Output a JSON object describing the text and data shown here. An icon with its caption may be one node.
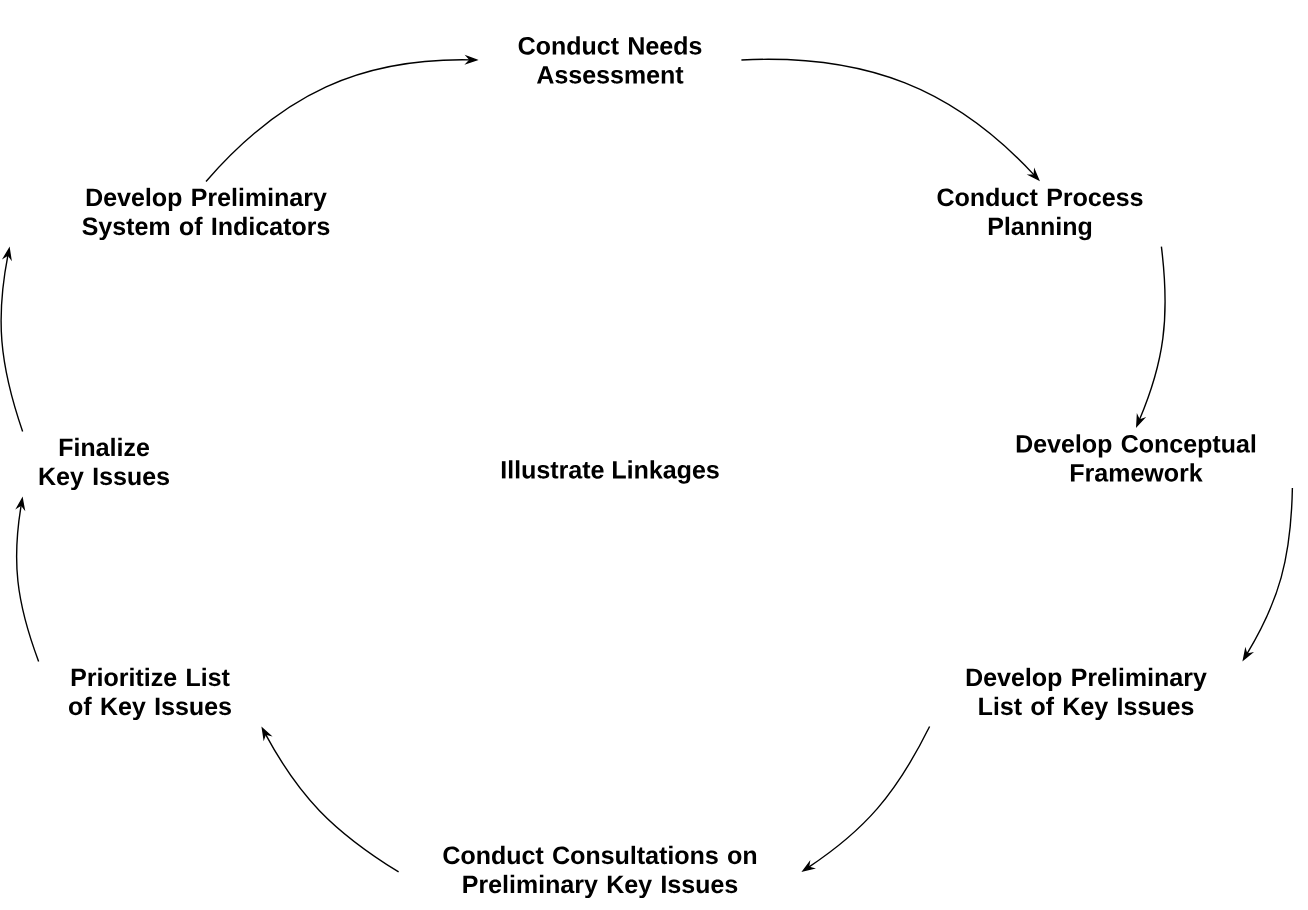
{
  "diagram": {
    "nodes": [
      {
        "text": [
          "Conduct Needs Assessment"
        ]
      },
      {
        "text": [
          "Conduct Process Planning"
        ]
      },
      {
        "text": [
          "Develop Conceptual Framework"
        ]
      },
      {
        "text": [
          "Develop Preliminary List of Key Issues"
        ]
      },
      {
        "text": [
          "Conduct Consultations on Preliminary Key Issues"
        ]
      },
      {
        "text": [
          "Prioritize List of Key Issues"
        ]
      },
      {
        "text": [
          "Finalize Key Issues"
        ]
      },
      {
        "text": [
          "Develop Preliminary System of Indicators"
        ]
      }
    ],
    "edges": [
      {
        "from": 0,
        "to": 1,
        "arrow": "to"
      },
      {
        "from": 1,
        "to": 2,
        "arrow": "to"
      },
      {
        "from": 2,
        "to": 3,
        "arrow": "to"
      },
      {
        "from": 3,
        "to": 4,
        "arrow": "to"
      },
      {
        "from": 4,
        "to": 5,
        "arrow": "to"
      },
      {
        "from": 5,
        "to": 6,
        "arrow": "to"
      },
      {
        "from": 6,
        "to": 7,
        "arrow": "to"
      },
      {
        "from": 7,
        "to": 0,
        "arrow": "to"
      }
    ],
    "labels": [
      "Illustrate Linkages"
    ]
  }
}
